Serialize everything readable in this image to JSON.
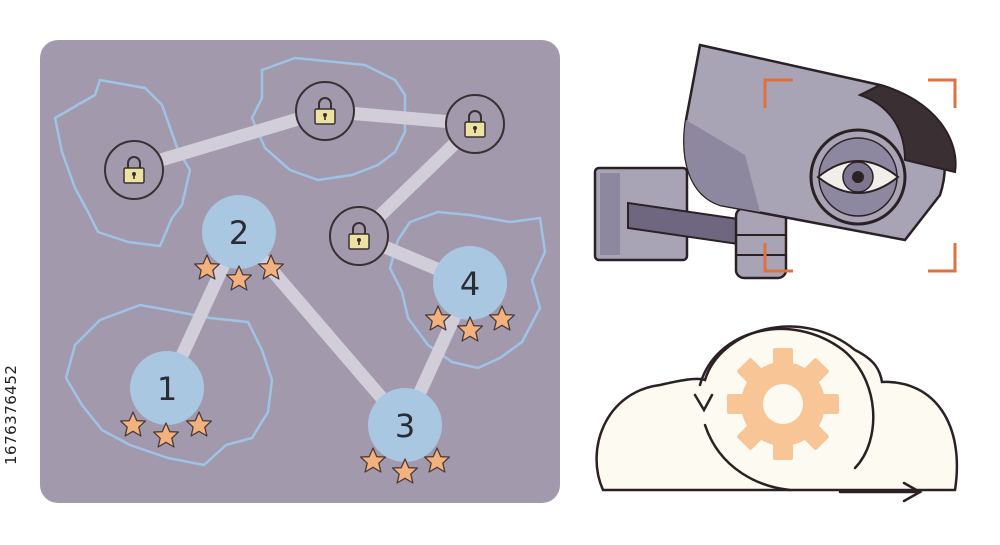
{
  "watermark_id": "1676376452",
  "map": {
    "nodes": [
      {
        "label": "1"
      },
      {
        "label": "2"
      },
      {
        "label": "3"
      },
      {
        "label": "4"
      }
    ],
    "lock_count": 4,
    "stars_per_node": 3
  },
  "colors": {
    "panel": "#a29aac",
    "region_outline": "#9fc3e6",
    "node_fill": "#a9c7e1",
    "path": "#d2ced9",
    "lock_ring": "#3a2f33",
    "lock_body": "#ece3a3",
    "star": "#f3b27d",
    "camera_body": "#a8a4b6",
    "camera_dark": "#6f6780",
    "focus_bracket": "#e0713f",
    "gear": "#f8c596",
    "cloud_fill": "#fdfaf1",
    "stroke": "#2b2124"
  },
  "icons": [
    "padlock-icon",
    "star-icon",
    "security-camera-icon",
    "eye-icon",
    "cloud-icon",
    "gear-icon",
    "cycle-arrow-icon"
  ]
}
